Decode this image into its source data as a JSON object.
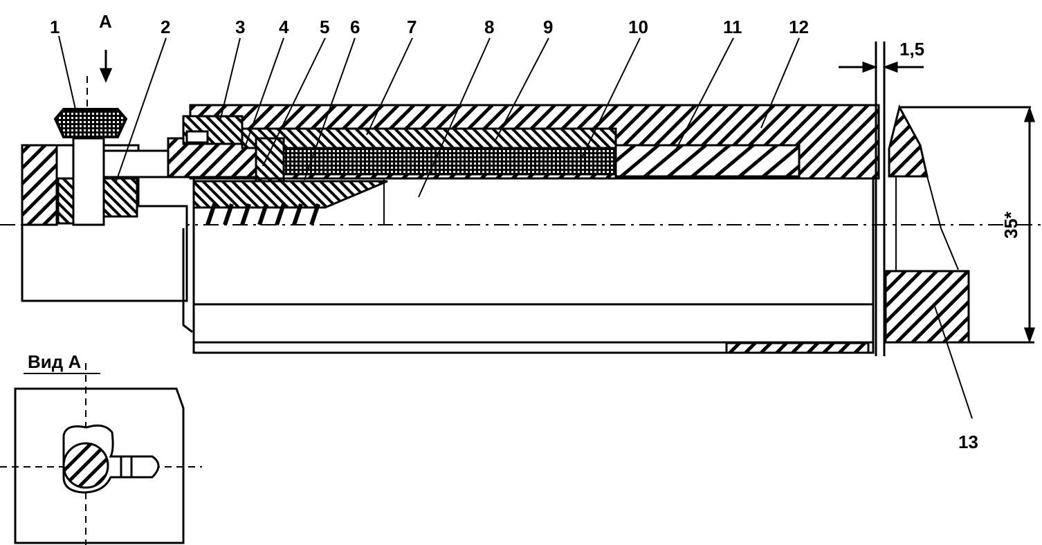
{
  "labels": {
    "p1": "1",
    "pA": "A",
    "p2": "2",
    "p3": "3",
    "p4": "4",
    "p5": "5",
    "p6": "6",
    "p7": "7",
    "p8": "8",
    "p9": "9",
    "p10": "10",
    "p11": "11",
    "p12": "12",
    "p13": "13"
  },
  "dimensions": {
    "gap": "1,5",
    "height": "35*"
  },
  "view_title": "Вид A"
}
